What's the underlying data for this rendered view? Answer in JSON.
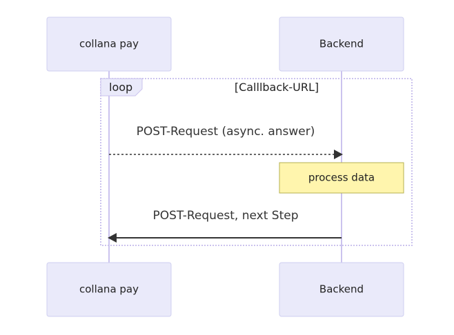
{
  "participants": [
    {
      "name": "collana pay"
    },
    {
      "name": "Backend"
    }
  ],
  "loop": {
    "keyword": "loop",
    "condition": "[Calllback-URL]"
  },
  "messages": [
    {
      "text": "POST-Request (async. answer)",
      "from": "collana pay",
      "to": "Backend",
      "style": "dashed"
    },
    {
      "text": "POST-Request, next Step",
      "from": "Backend",
      "to": "collana pay",
      "style": "solid"
    }
  ],
  "note": {
    "text": "process data",
    "over": "Backend"
  },
  "colors": {
    "actor_fill": "#eaeafa",
    "actor_border": "#cfcff0",
    "lifeline": "#cbc3ee",
    "note_fill": "#fff5ad",
    "note_border": "#b5b050",
    "arrow": "#333333"
  }
}
